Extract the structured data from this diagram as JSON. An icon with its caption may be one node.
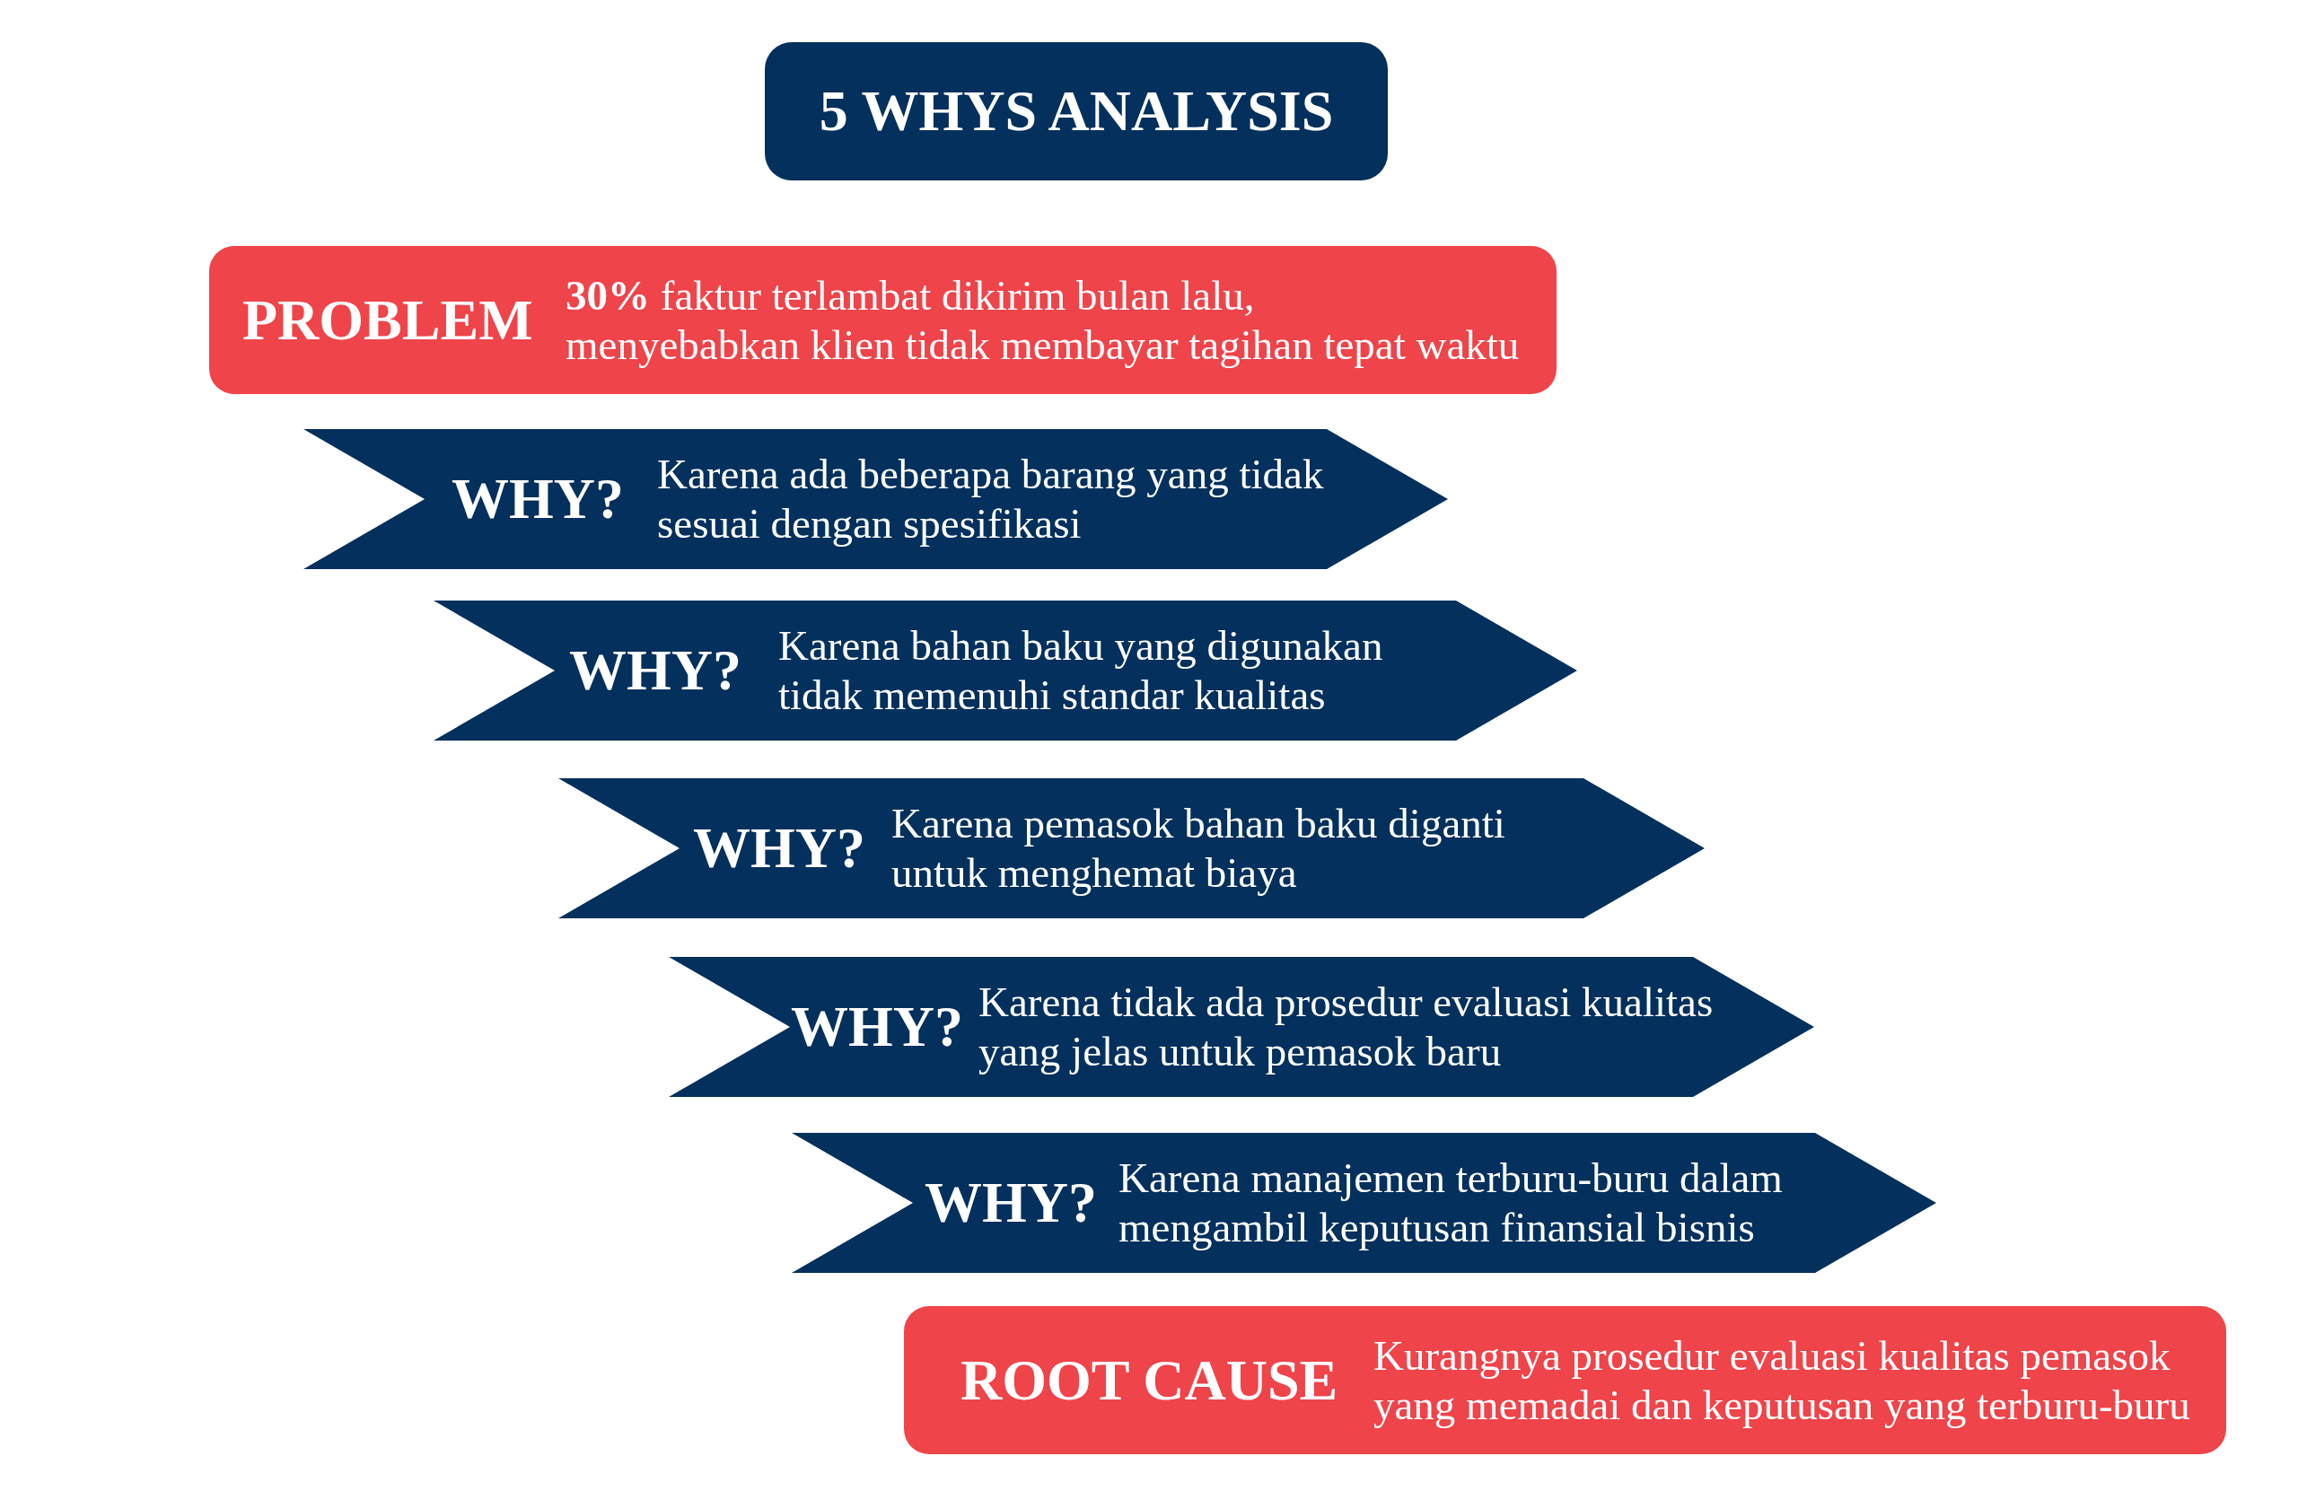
{
  "diagram": {
    "title": "5 WHYS ANALYSIS",
    "nodes": [
      {
        "text": [
          "PROBLEM",
          "**30%** faktur terlambat dikirim bulan lalu, menyebabkan klien tidak membayar tagihan tepat waktu"
        ]
      },
      {
        "text": [
          "WHY?",
          "Karena ada beberapa barang yang tidak sesuai dengan spesifikasi"
        ]
      },
      {
        "text": [
          "WHY?",
          "Karena bahan baku yang digunakan tidak memenuhi standar kualitas"
        ]
      },
      {
        "text": [
          "WHY?",
          "Karena pemasok bahan baku diganti untuk menghemat biaya"
        ]
      },
      {
        "text": [
          "WHY?",
          "Karena tidak ada prosedur evaluasi kualitas yang jelas untuk pemasok baru"
        ]
      },
      {
        "text": [
          "WHY?",
          "Karena manajemen terburu-buru dalam mengambil keputusan finansial bisnis"
        ]
      },
      {
        "text": [
          "ROOT CAUSE",
          "Kurangnya prosedur evaluasi kualitas pemasok yang memadai dan keputusan yang terburu-buru"
        ]
      }
    ]
  }
}
